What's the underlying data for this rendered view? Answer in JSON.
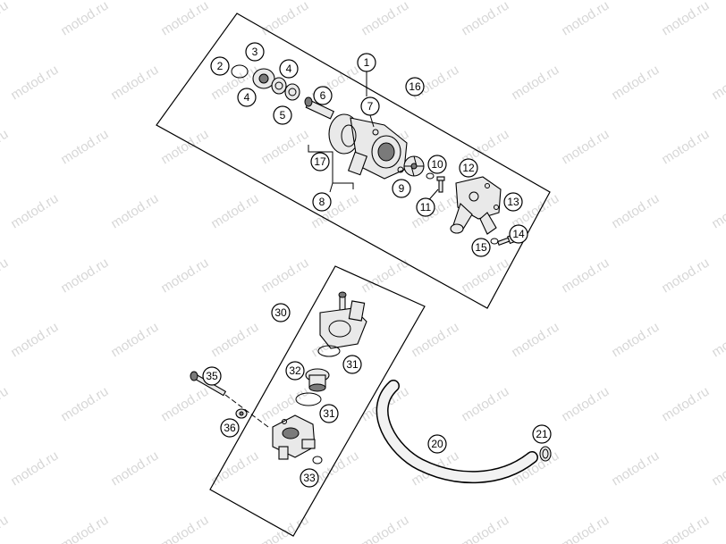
{
  "watermark": "motod.ru",
  "colors": {
    "line": "#000000",
    "background": "#ffffff",
    "watermark": "#d7d7d7",
    "part_fill": "#e9e9e9"
  },
  "callouts": {
    "c1": "1",
    "c2": "2",
    "c3": "3",
    "c4a": "4",
    "c4b": "4",
    "c5": "5",
    "c6": "6",
    "c7": "7",
    "c8": "8",
    "c9": "9",
    "c10": "10",
    "c11": "11",
    "c12": "12",
    "c13": "13",
    "c14": "14",
    "c15": "15",
    "c16": "16",
    "c17": "17",
    "c20": "20",
    "c21": "21",
    "c30": "30",
    "c31a": "31",
    "c31b": "31",
    "c32": "32",
    "c33": "33",
    "c35": "35",
    "c36": "36"
  }
}
